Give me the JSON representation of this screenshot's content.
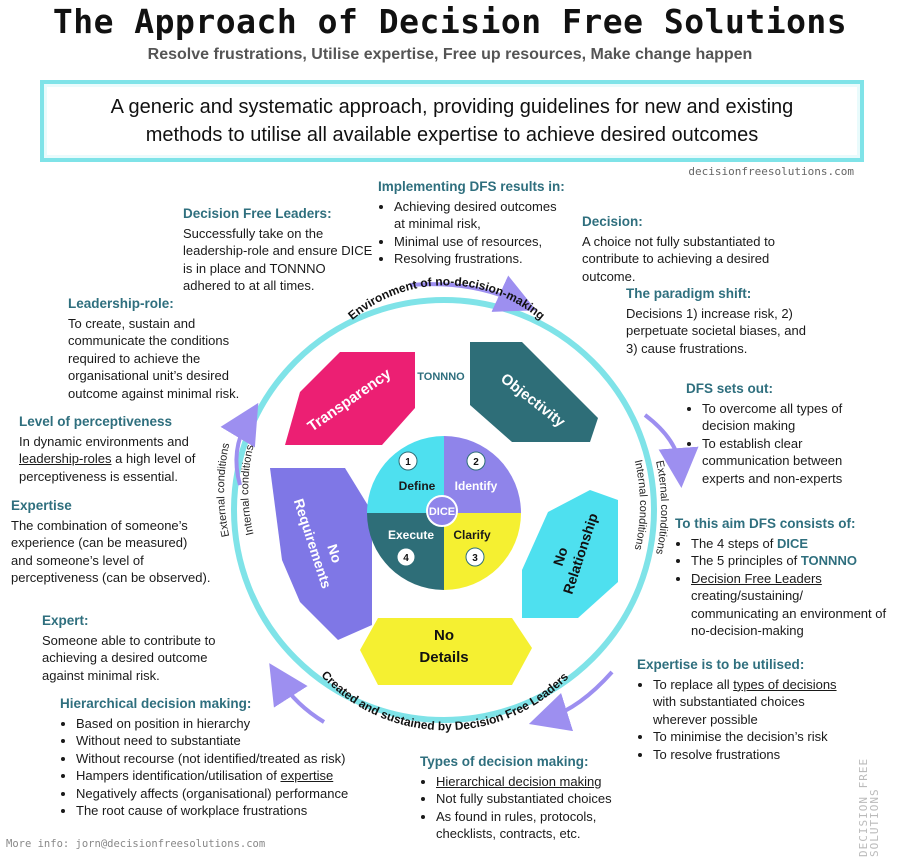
{
  "header": {
    "title": "The Approach of Decision Free Solutions",
    "subtitle": "Resolve frustrations, Utilise expertise, Free up resources, Make change happen",
    "banner_line1": "A generic and systematic approach, providing guidelines for new and existing",
    "banner_line2": "methods to utilise all available expertise to achieve desired outcomes",
    "website": "decisionfreesolutions.com"
  },
  "diagram": {
    "ring_top": "Environment of no-decision-making",
    "ring_bottom": "Created and sustained by Decision Free Leaders",
    "internal_left": "Internal conditions",
    "external_left": "External conditions",
    "internal_right": "Internal conditions",
    "external_right": "External conditions",
    "tonnno": "TONNNO",
    "segments": {
      "transparency": "Transparency",
      "objectivity": "Objectivity",
      "relationship_1": "No",
      "relationship_2": "Relationship",
      "details_1": "No",
      "details_2": "Details",
      "requirements_1": "No",
      "requirements_2": "Requirements"
    },
    "dice": {
      "center": "DICE",
      "steps": [
        {
          "num": "1",
          "label": "Define"
        },
        {
          "num": "2",
          "label": "Identify"
        },
        {
          "num": "3",
          "label": "Clarify"
        },
        {
          "num": "4",
          "label": "Execute"
        }
      ]
    },
    "colors": {
      "transparency": "#ec1f73",
      "objectivity": "#2e6e78",
      "relationship": "#4ee0ef",
      "details": "#f5f031",
      "requirements": "#7f77e6",
      "ring": "#7fe3e8",
      "arrows": "#9d8ff0"
    }
  },
  "blocks": {
    "implementing": {
      "title": "Implementing DFS results in",
      "items": [
        "Achieving desired outcomes at minimal risk,",
        "Minimal use of resources,",
        "Resolving frustrations."
      ]
    },
    "leaders": {
      "title": "Decision Free Leaders:",
      "body": "Successfully take on the leadership-role and ensure DICE is in place and TONNNO adhered to at all times."
    },
    "leadership_role": {
      "title": "Leadership-role",
      "body": "To create, sustain and communicate the conditions required to achieve the organisational unit’s desired outcome against minimal risk."
    },
    "perceptiveness": {
      "title": "Level of perceptiveness",
      "body_pre": "In dynamic environments and ",
      "body_link": "leadership-roles",
      "body_post": " a high level of perceptiveness is essential."
    },
    "expertise": {
      "title": "Expertise",
      "body": "The combination of someone’s experience (can be measured) and someone’s level of perceptiveness (can be observed)."
    },
    "expert": {
      "title": "Expert:",
      "body": "Someone able to contribute to achieving a desired outcome against minimal risk."
    },
    "hierarchical": {
      "title": "Hierarchical decision making:",
      "items": [
        "Based on position in hierarchy",
        "Without need to substantiate",
        "Without recourse (not identified/treated as risk)",
        "Hampers identification/utilisation of ",
        "Negatively affects (organisational) performance",
        "The root cause of workplace frustrations"
      ],
      "expertise_link": "expertise"
    },
    "decision": {
      "title": "Decision:",
      "body": "A choice not fully substantiated to contribute to achieving a desired outcome."
    },
    "paradigm": {
      "title": "The paradigm shift:",
      "body": "Decisions 1) increase risk, 2) perpetuate societal biases, and 3) cause frustrations."
    },
    "sets_out": {
      "title": "DFS sets out:",
      "items": [
        "To overcome all types of decision making",
        "To establish clear communication between experts and non-experts"
      ]
    },
    "consists": {
      "title": "To this aim DFS consists of:",
      "item1_pre": "The 4 steps of ",
      "item1_hl": "DICE",
      "item2_pre": "The 5 principles of ",
      "item2_hl": "TONNNO",
      "item3_link": "Decision Free Leaders",
      "item3_rest": " creating/sustaining/ communicating an environment of no-decision-making"
    },
    "utilised": {
      "title": "Expertise is to be utilised",
      "item1_pre": "To replace all ",
      "item1_link": "types of decisions",
      "item1_post": " with substantiated choices wherever possible",
      "item2": "To minimise the decision’s risk",
      "item3": "To resolve frustrations"
    },
    "types": {
      "title": "Types of decision making",
      "item1": "Hierarchical decision making",
      "item2": "Not fully substantiated choices",
      "item3": "As found in rules, protocols, checklists, contracts, etc."
    }
  },
  "footer": {
    "contact": "More info: jorn@decisionfreesolutions.com",
    "side_logo": "DECISION FREE SOLUTIONS"
  }
}
